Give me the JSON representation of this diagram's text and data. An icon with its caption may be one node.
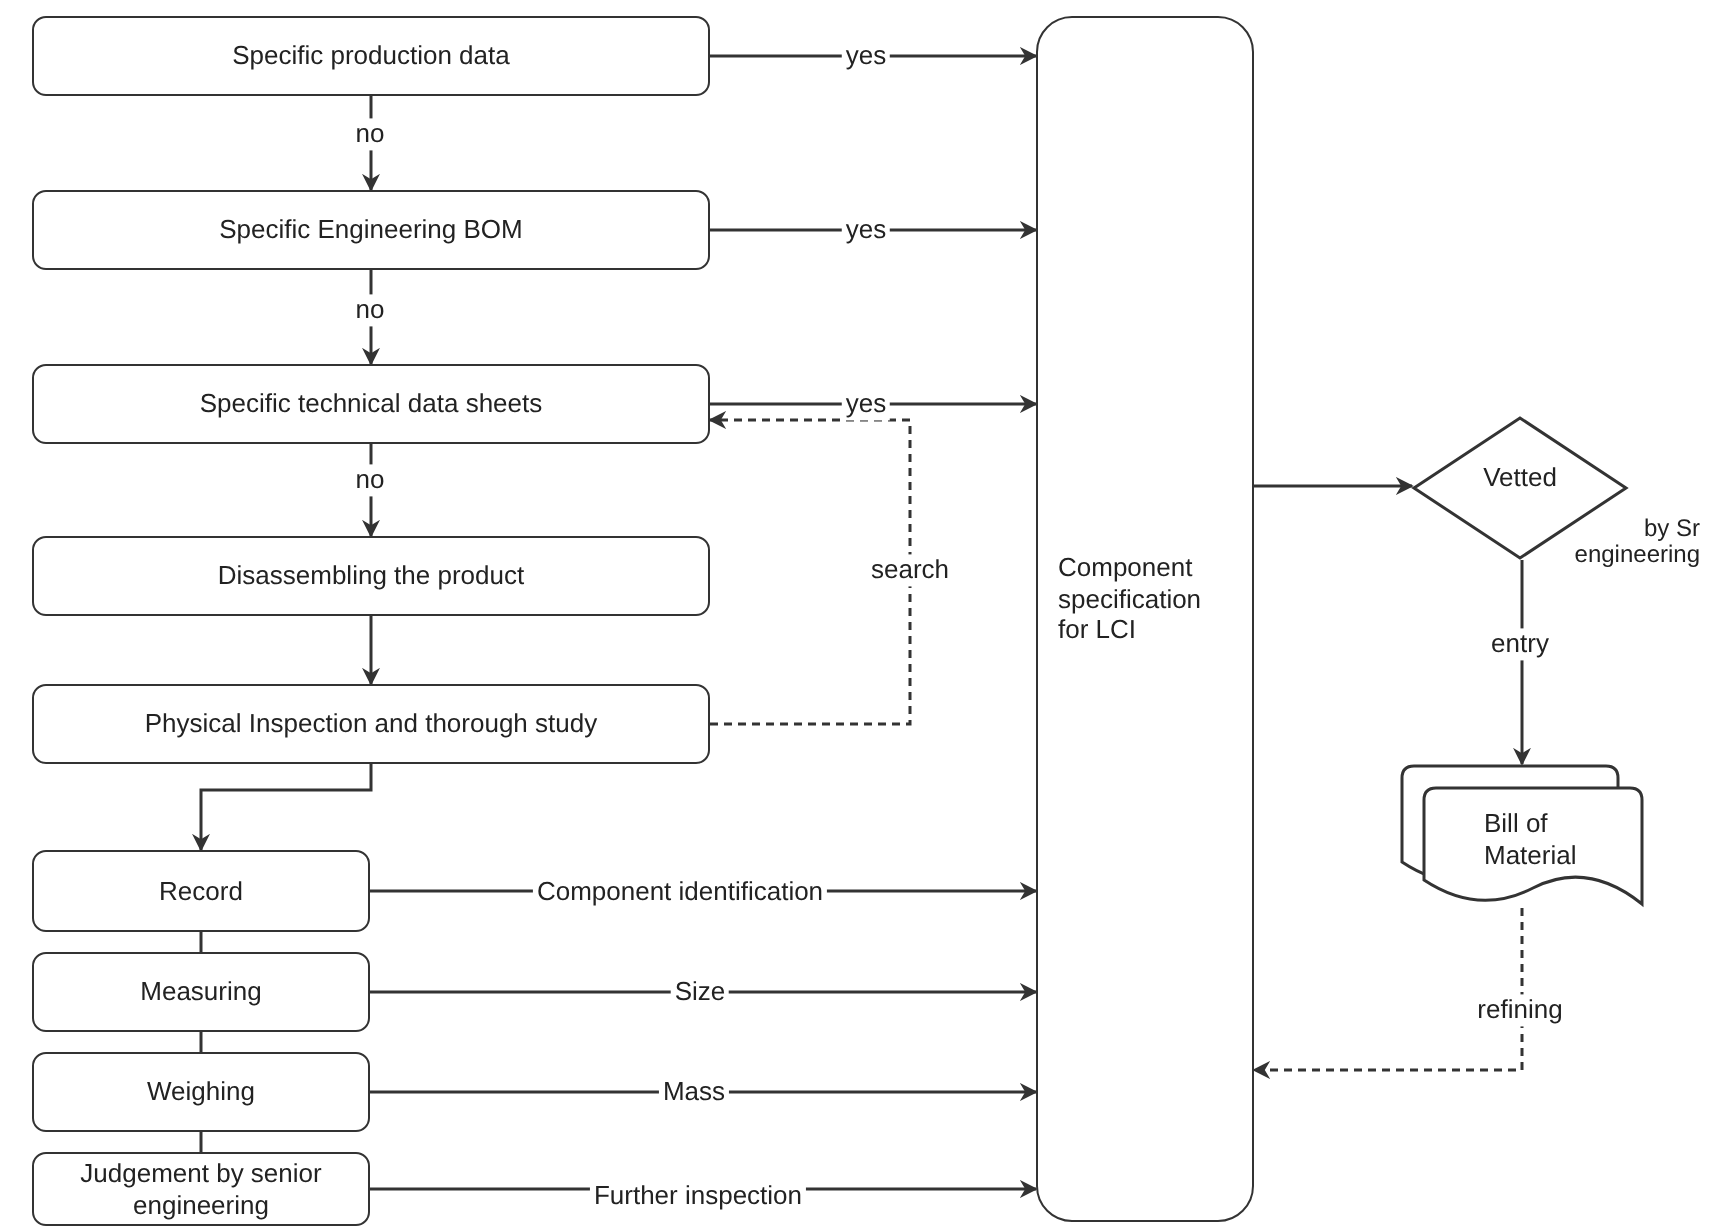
{
  "diagram": {
    "nodes": [
      {
        "text": [
          "Specific production data"
        ]
      },
      {
        "text": [
          "Specific Engineering BOM"
        ]
      },
      {
        "text": [
          "Specific technical data sheets"
        ]
      },
      {
        "text": [
          "Disassembling the product"
        ]
      },
      {
        "text": [
          "Physical Inspection and thorough study"
        ]
      },
      {
        "text": [
          "Record"
        ]
      },
      {
        "text": [
          "Measuring"
        ]
      },
      {
        "text": [
          "Weighing"
        ]
      },
      {
        "text": [
          "Judgement by senior engineering"
        ]
      },
      {
        "text": [
          "Component specification for LCI"
        ]
      },
      {
        "text": [
          "Vetted"
        ],
        "beside": [
          "by Sr engineering"
        ]
      },
      {
        "text": [
          "Bill of Material"
        ]
      }
    ],
    "edges": [
      {
        "from": 0,
        "to": 9,
        "arrow": "to",
        "label": "yes"
      },
      {
        "from": 0,
        "to": 1,
        "arrow": "to",
        "label": "no"
      },
      {
        "from": 1,
        "to": 9,
        "arrow": "to",
        "label": "yes"
      },
      {
        "from": 1,
        "to": 2,
        "arrow": "to",
        "label": "no"
      },
      {
        "from": 2,
        "to": 9,
        "arrow": "to",
        "label": "yes"
      },
      {
        "from": 2,
        "to": 3,
        "arrow": "to",
        "label": "no"
      },
      {
        "from": 3,
        "to": 4,
        "arrow": "to"
      },
      {
        "from": 4,
        "to": 2,
        "arrow": "to",
        "label": "search",
        "style": "dashed"
      },
      {
        "from": 4,
        "to": 5,
        "arrow": "to"
      },
      {
        "from": 5,
        "to": 6,
        "arrow": "none"
      },
      {
        "from": 6,
        "to": 7,
        "arrow": "none"
      },
      {
        "from": 7,
        "to": 8,
        "arrow": "none"
      },
      {
        "from": 5,
        "to": 9,
        "arrow": "to",
        "label": "Component identification"
      },
      {
        "from": 6,
        "to": 9,
        "arrow": "to",
        "label": "Size"
      },
      {
        "from": 7,
        "to": 9,
        "arrow": "to",
        "label": "Mass"
      },
      {
        "from": 8,
        "to": 9,
        "arrow": "to",
        "label": "Further inspection"
      },
      {
        "from": 9,
        "to": 10,
        "arrow": "to"
      },
      {
        "from": 10,
        "to": 11,
        "arrow": "to",
        "label": "entry"
      },
      {
        "from": 11,
        "to": 9,
        "arrow": "to",
        "label": "refining",
        "style": "dashed"
      }
    ]
  }
}
